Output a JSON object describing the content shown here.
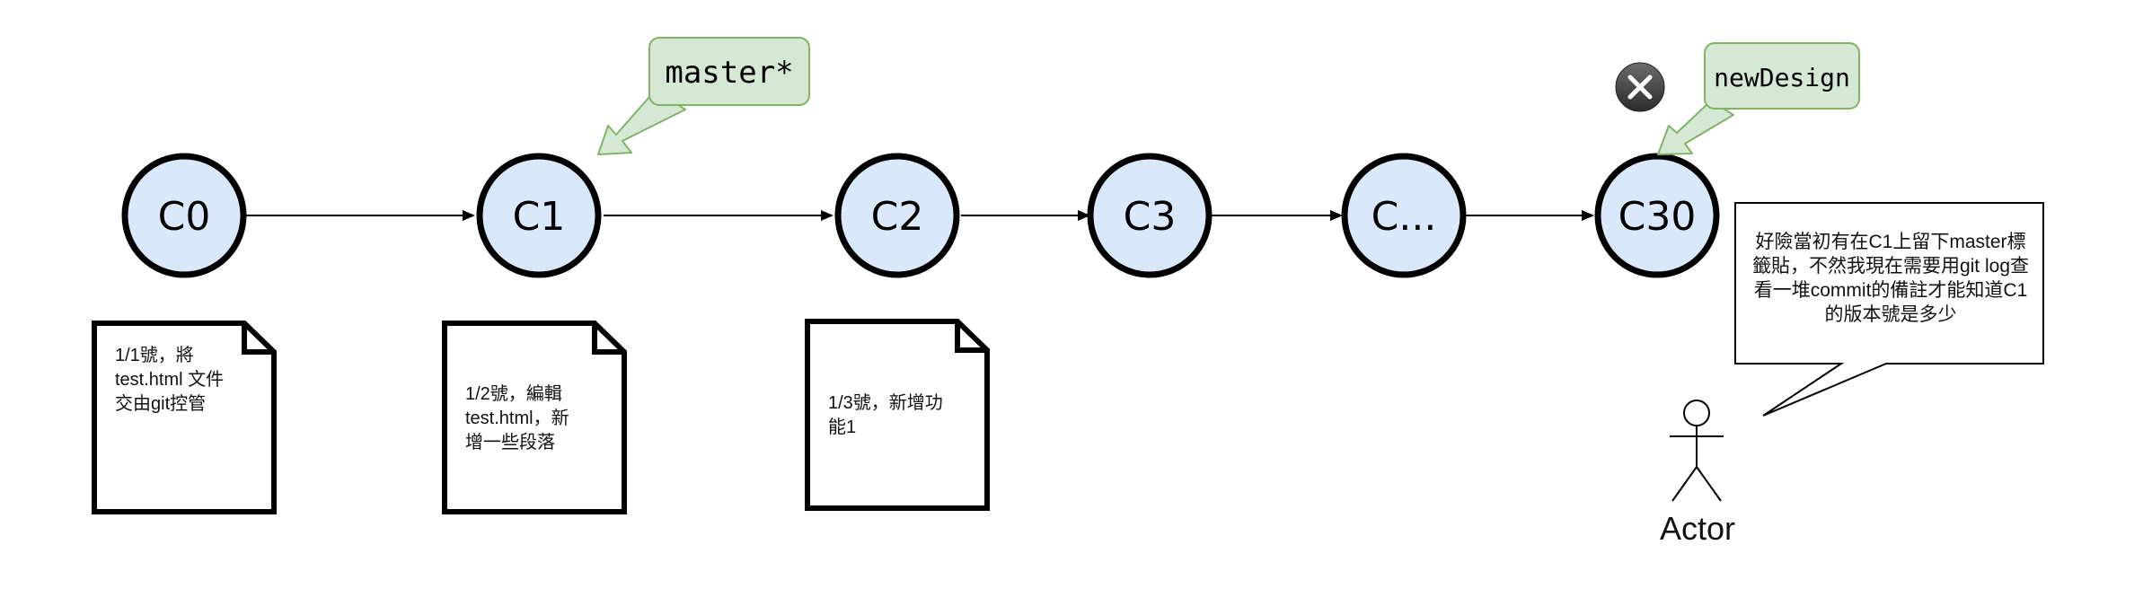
{
  "commits": [
    {
      "id": "c0",
      "label": "C0"
    },
    {
      "id": "c1",
      "label": "C1"
    },
    {
      "id": "c2",
      "label": "C2"
    },
    {
      "id": "c3",
      "label": "C3"
    },
    {
      "id": "c4",
      "label": "C..."
    },
    {
      "id": "c30",
      "label": "C30"
    }
  ],
  "branch_tags": {
    "master": "master*",
    "newdesign": "newDesign"
  },
  "notes": {
    "c0": "1/1號，將\ntest.html 文件\n交由git控管",
    "c1": "1/2號，編輯\ntest.html，新\n增一些段落",
    "c2": "1/3號，新增功\n能1"
  },
  "callout": {
    "text": "好險當初有在C1上留下master標\n籤貼，不然我現在需要用git log查\n看一堆commit的備註才能知道C1\n的版本號是多少"
  },
  "actor": {
    "label": "Actor"
  },
  "colors": {
    "commit_fill": "#dae8fc",
    "tag_fill": "#d5e8d4",
    "tag_stroke": "#82b366",
    "delete_icon": "#333333"
  },
  "icons": {
    "delete": "close-circle-icon"
  }
}
